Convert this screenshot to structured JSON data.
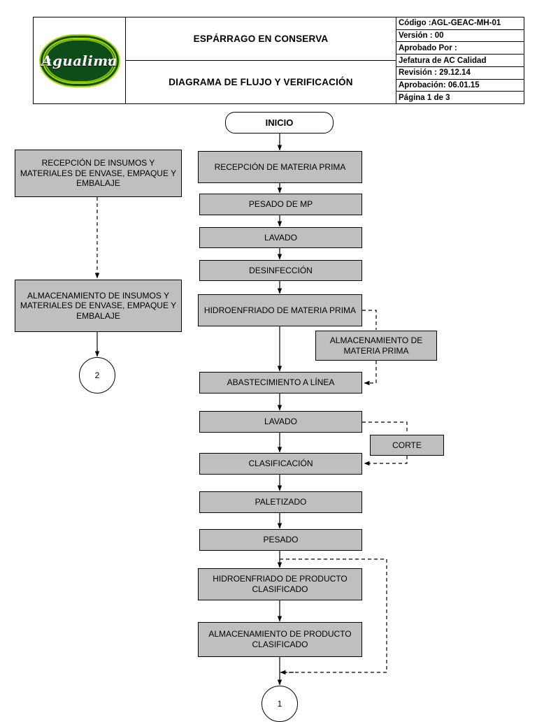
{
  "header": {
    "logo_text": "Agualima",
    "title_line1": "ESPÁRRAGO EN CONSERVA",
    "title_line2": "DIAGRAMA DE FLUJO Y VERIFICACIÓN",
    "meta": [
      "Código :AGL-GEAC-MH-01",
      "Versión :  00",
      "Aprobado Por :",
      "Jefatura  de  AC Calidad",
      "Revisión :      29.12.14",
      "Aprobación: 06.01.15",
      "Página 1 de 3"
    ]
  },
  "flow": {
    "start": "INICIO",
    "main_nodes": [
      "RECEPCIÓN DE MATERIA PRIMA",
      "PESADO DE MP",
      "LAVADO",
      "DESINFECCIÓN",
      "HIDROENFRIADO DE MATERIA PRIMA",
      "ABASTECIMIENTO A LÍNEA",
      "LAVADO",
      "CLASIFICACIÓN",
      "PALETIZADO",
      "PESADO",
      "HIDROENFRIADO DE PRODUCTO CLASIFICADO",
      "ALMACENAMIENTO DE PRODUCTO CLASIFICADO"
    ],
    "side_nodes": [
      "RECEPCIÓN DE INSUMOS Y MATERIALES DE ENVASE, EMPAQUE Y EMBALAJE",
      "ALMACENAMIENTO DE INSUMOS Y MATERIALES DE ENVASE, EMPAQUE Y EMBALAJE",
      "ALMACENAMIENTO DE MATERIA PRIMA",
      "CORTE"
    ],
    "connectors": [
      "2",
      "1"
    ]
  }
}
